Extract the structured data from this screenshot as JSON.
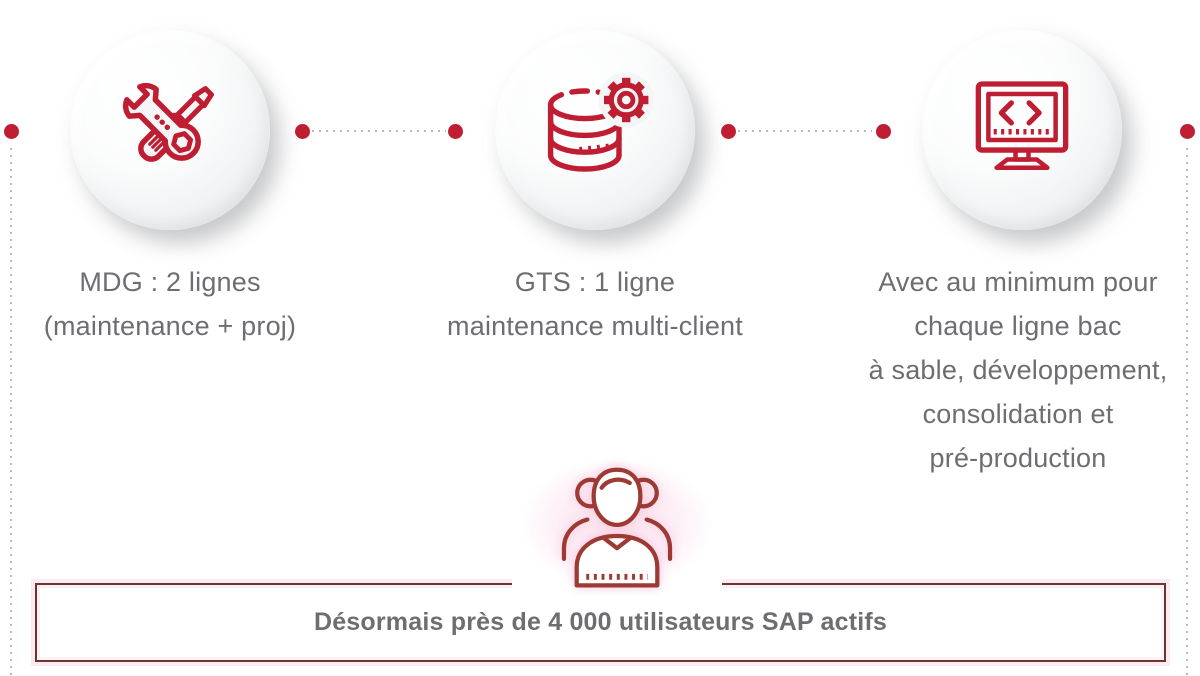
{
  "colors": {
    "accent_red": "#bf1e32",
    "people_maroon": "#9c3a33",
    "banner_border": "#6e352b",
    "text_gray": "#6d6e71",
    "dotted_line_gray": "#b9babc"
  },
  "steps": [
    {
      "icon": "wrench-screwdriver-icon",
      "lines": [
        "MDG : 2 lignes",
        "(maintenance + proj)"
      ]
    },
    {
      "icon": "database-gear-icon",
      "lines": [
        "GTS : 1 ligne",
        "maintenance multi-client"
      ]
    },
    {
      "icon": "monitor-code-icon",
      "lines": [
        "Avec au minimum pour",
        "chaque ligne bac",
        "à sable, développement,",
        "consolidation et",
        "pré-production"
      ]
    }
  ],
  "banner": {
    "icon": "users-group-icon",
    "text": "Désormais près de 4 000 utilisateurs SAP actifs"
  }
}
